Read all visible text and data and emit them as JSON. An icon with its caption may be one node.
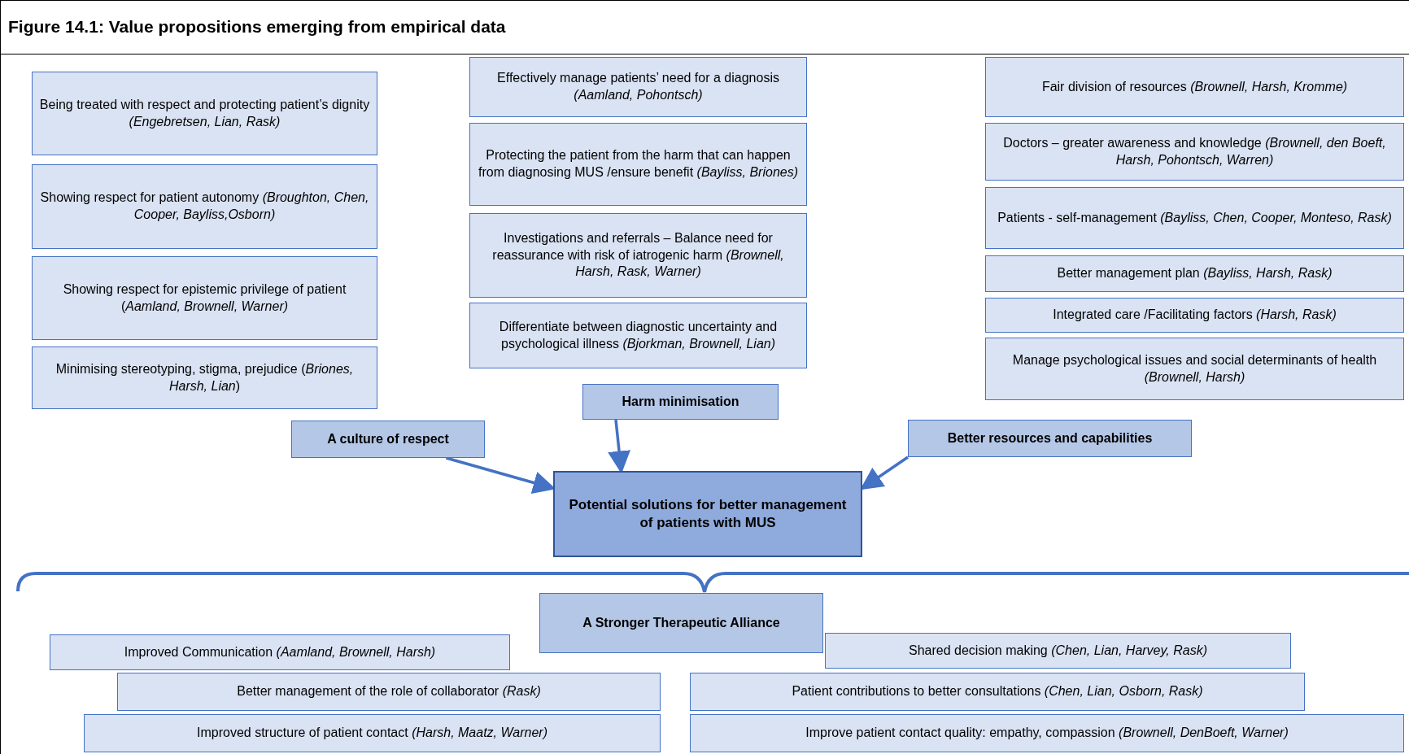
{
  "diagram": {
    "title": "Figure 14.1: Value propositions emerging from empirical data",
    "nodes": [
      {
        "text": [
          "Being treated with respect and protecting patient’s dignity *(Engebretsen, Lian, Rask)*"
        ]
      },
      {
        "text": [
          "Showing respect for patient autonomy *(Broughton, Chen, Cooper, Bayliss,Osborn)*"
        ]
      },
      {
        "text": [
          "Showing respect for epistemic privilege of patient (*Aamland, Brownell, Warner)*"
        ]
      },
      {
        "text": [
          "Minimising stereotyping, stigma, prejudice (*Briones, Harsh, Lian*)"
        ]
      },
      {
        "text": [
          "Effectively manage patients’ need for a diagnosis *(Aamland, Pohontsch)*"
        ]
      },
      {
        "text": [
          "Protecting the patient from the harm that can happen from diagnosing MUS /ensure benefit *(Bayliss, Briones)*"
        ]
      },
      {
        "text": [
          "Investigations and referrals – Balance need for reassurance with risk of iatrogenic harm *(Brownell, Harsh,  Rask, Warner)*"
        ]
      },
      {
        "text": [
          "Differentiate between diagnostic uncertainty and psychological illness *(Bjorkman, Brownell, Lian)*"
        ]
      },
      {
        "text": [
          "Fair division of resources *(Brownell, Harsh, Kromme)*"
        ]
      },
      {
        "text": [
          "Doctors – greater awareness and knowledge *(Brownell, den Boeft, Harsh, Pohontsch, Warren)*"
        ]
      },
      {
        "text": [
          "Patients - self-management *(Bayliss, Chen, Cooper, Monteso, Rask)*"
        ]
      },
      {
        "text": [
          "Better management plan *(Bayliss, Harsh, Rask)*"
        ]
      },
      {
        "text": [
          "Integrated care /Facilitating factors *(Harsh, Rask)*"
        ]
      },
      {
        "text": [
          "Manage psychological issues and social determinants of health *(Brownell, Harsh)*"
        ]
      },
      {
        "text": [
          "Harm minimisation"
        ]
      },
      {
        "text": [
          "A culture of respect"
        ]
      },
      {
        "text": [
          "Better resources and capabilities"
        ]
      },
      {
        "text": [
          "Potential solutions for better management of patients with MUS"
        ]
      },
      {
        "text": [
          "A Stronger Therapeutic Alliance"
        ]
      },
      {
        "text": [
          "Improved Communication *(Aamland, Brownell, Harsh)*"
        ]
      },
      {
        "text": [
          "Better management of the role of collaborator *(Rask)*"
        ]
      },
      {
        "text": [
          "Improved structure of patient contact *(Harsh, Maatz, Warner)*"
        ]
      },
      {
        "text": [
          "Shared decision making *(Chen, Lian, Harvey, Rask)*"
        ]
      },
      {
        "text": [
          "Patient contributions to better consultations *(Chen, Lian, Osborn, Rask)*"
        ]
      },
      {
        "text": [
          "Improve patient contact quality: empathy, compassion *(Brownell, DenBoeft, Warner)*"
        ]
      }
    ],
    "edges": [
      {
        "from": 15,
        "to": 17,
        "arrow": "to"
      },
      {
        "from": 14,
        "to": 17,
        "arrow": "to"
      },
      {
        "from": 16,
        "to": 17,
        "arrow": "to"
      }
    ]
  }
}
